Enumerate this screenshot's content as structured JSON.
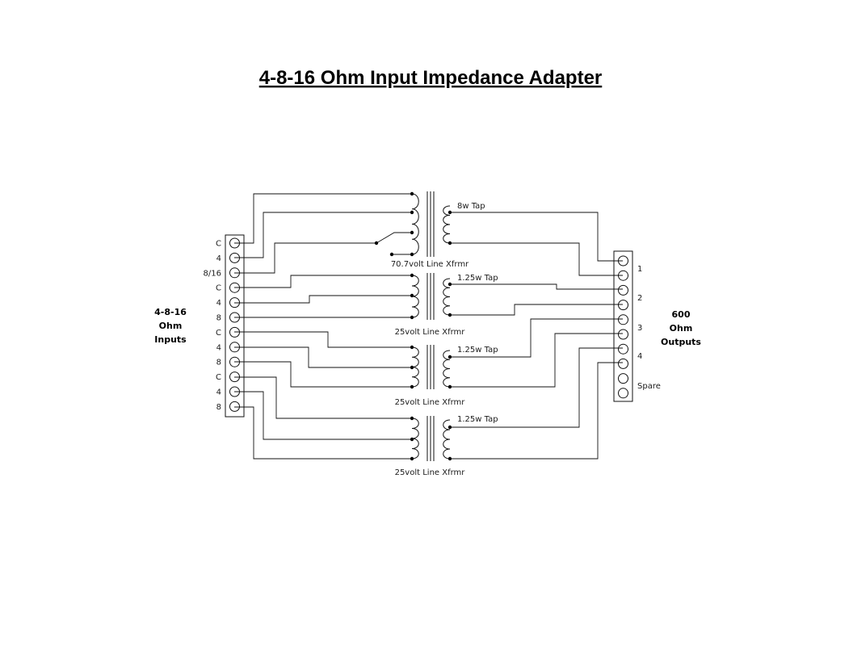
{
  "title": "4-8-16 Ohm Input Impedance Adapter",
  "inputs": {
    "heading": [
      "4-8-16",
      "Ohm",
      "Inputs"
    ],
    "terminals": [
      "C",
      "4",
      "8/16",
      "C",
      "4",
      "8",
      "C",
      "4",
      "8",
      "C",
      "4",
      "8"
    ]
  },
  "outputs": {
    "heading": [
      "600",
      "Ohm",
      "Outputs"
    ],
    "channels": [
      "1",
      "2",
      "3",
      "4",
      "Spare"
    ]
  },
  "transformers": [
    {
      "name": "70.7volt Line Xfrmr",
      "tap": "8w Tap"
    },
    {
      "name": "25volt Line Xfrmr",
      "tap": "1.25w Tap"
    },
    {
      "name": "25volt Line Xfrmr",
      "tap": "1.25w Tap"
    },
    {
      "name": "25volt Line Xfrmr",
      "tap": "1.25w Tap"
    }
  ]
}
